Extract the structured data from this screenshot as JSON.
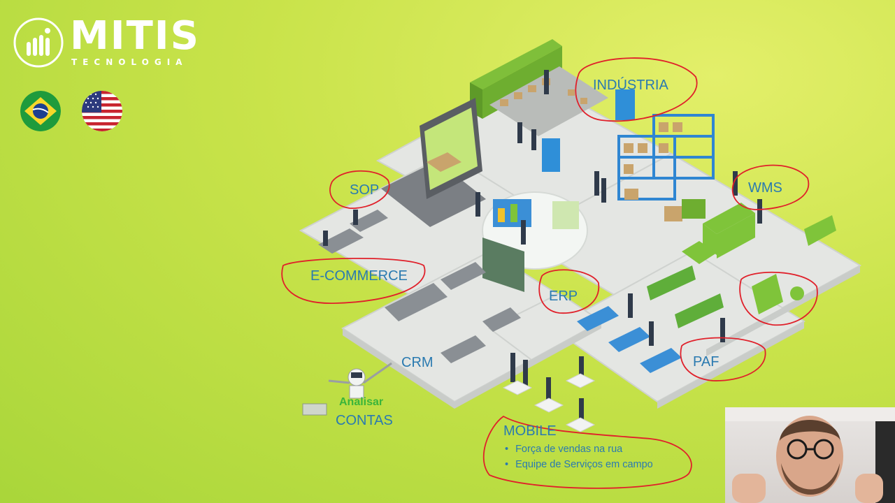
{
  "brand": {
    "name": "MITIS",
    "subtitle": "TECNOLOGIA"
  },
  "languages": [
    {
      "name": "brazil-flag-icon"
    },
    {
      "name": "usa-flag-icon"
    }
  ],
  "modules": {
    "industria": "INDÚSTRIA",
    "wms": "WMS",
    "sop": "SOP",
    "ecommerce": "E-COMMERCE",
    "erp": "ERP",
    "crm": "CRM",
    "paf": "PAF",
    "mobile": "MOBILE",
    "analisar": "Analisar",
    "contas": "CONTAS"
  },
  "mobile_bullets": [
    "Força de vendas na rua",
    "Equipe de Serviços em campo"
  ],
  "colors": {
    "label_blue": "#2a7ab0",
    "annotation_red": "#e0202a",
    "analisar_green": "#3ab53a",
    "background": "#c9e34a"
  }
}
